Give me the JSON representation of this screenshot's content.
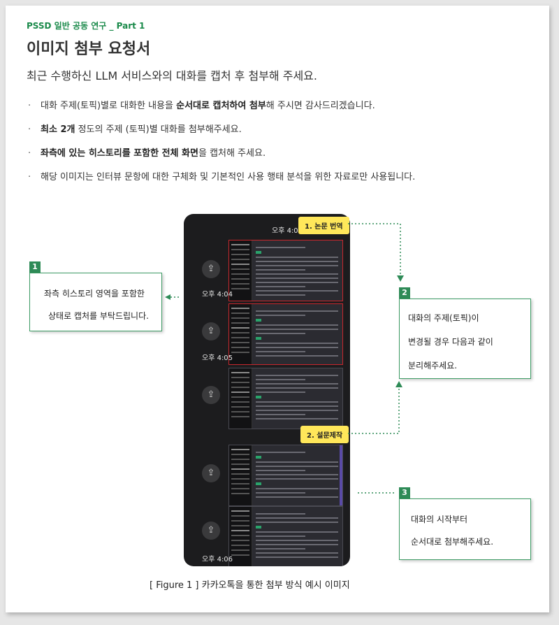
{
  "header": {
    "subtitle": "PSSD 일반 공동 연구 _ Part 1",
    "title": "이미지 첨부 요청서",
    "lead": "최근  수행하신  LLM 서비스와의 대화를  캡처 후 첨부해 주세요."
  },
  "bullets": [
    {
      "dot": "·",
      "parts": [
        {
          "text": "대화 주제(토픽)별로 대화한 내용을 ",
          "bold": false
        },
        {
          "text": "순서대로 캡처하여 첨부",
          "bold": true
        },
        {
          "text": "해 주시면 감사드리겠습니다.",
          "bold": false
        }
      ]
    },
    {
      "dot": "·",
      "parts": [
        {
          "text": "최소 2개",
          "bold": true
        },
        {
          "text": " 정도의 주제 (토픽)별 대화를 첨부해주세요.",
          "bold": false
        }
      ]
    },
    {
      "dot": "·",
      "parts": [
        {
          "text": "좌측에 있는 히스토리를 포함한 전체 화면",
          "bold": true
        },
        {
          "text": "을 캡처해 주세요.",
          "bold": false
        }
      ]
    },
    {
      "dot": "·",
      "parts": [
        {
          "text": "해당 이미지는 인터뷰 문항에 대한 구체화 및 기본적인 사용 행태 분석을 위한 자료로만 사용됩니다.",
          "bold": false
        }
      ]
    }
  ],
  "phone": {
    "times": [
      "오후 4:03",
      "오후 4:04",
      "오후 4:05",
      "오후 4:06"
    ],
    "share_icon": "share-icon"
  },
  "labels": {
    "topic1": "1. 논문 번역",
    "topic2": "2. 설문제작"
  },
  "callouts": [
    {
      "num": "1",
      "lines": [
        "좌측 히스토리 영역을 포함한",
        "상태로 캡처를 부탁드립니다."
      ]
    },
    {
      "num": "2",
      "lines": [
        "대화의 주제(토픽)이",
        "변경될 경우 다음과 같이",
        "분리해주세요."
      ]
    },
    {
      "num": "3",
      "lines": [
        "대화의 시작부터",
        "순서대로 첨부해주세요."
      ]
    }
  ],
  "caption": "[ Figure 1 ]  카카오톡을 통한 첨부 방식 예시 이미지",
  "colors": {
    "accent": "#2e8b57",
    "highlight": "#ffe75a",
    "frame": "#c8272d"
  }
}
